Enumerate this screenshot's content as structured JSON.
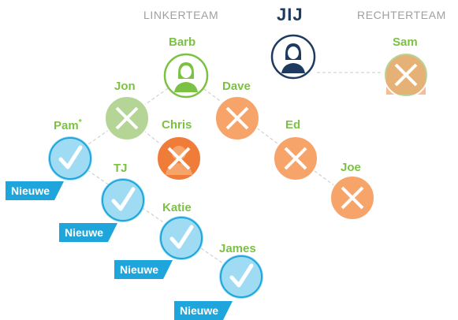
{
  "headers": {
    "left_team": "LINKERTEAM",
    "you": "JIJ",
    "right_team": "RECHTERTEAM"
  },
  "badge_label": "Nieuwe",
  "colors": {
    "green": "#7cc242",
    "navy": "#1e3a5f",
    "orange": "#f7a46b",
    "orange_dark": "#f07c3a",
    "green_faded": "#b5d597",
    "blue": "#1ea6dc",
    "blue_light": "#9fdcf3",
    "line": "#c8c8c8"
  },
  "nodes": [
    {
      "name": "Barb",
      "status": "sponsor",
      "icon": "person-icon",
      "new": false
    },
    {
      "name": "Jon",
      "status": "inactive",
      "icon": "x-icon",
      "new": false
    },
    {
      "name": "Dave",
      "status": "inactive",
      "icon": "x-icon",
      "new": false
    },
    {
      "name": "Pam",
      "status": "new",
      "icon": "check-icon",
      "new": true
    },
    {
      "name": "Chris",
      "status": "inactive",
      "icon": "x-icon",
      "new": false
    },
    {
      "name": "Ed",
      "status": "inactive",
      "icon": "x-icon",
      "new": false
    },
    {
      "name": "TJ",
      "status": "new",
      "icon": "check-icon",
      "new": true
    },
    {
      "name": "Joe",
      "status": "inactive",
      "icon": "x-icon",
      "new": false
    },
    {
      "name": "Katie",
      "status": "new",
      "icon": "check-icon",
      "new": true
    },
    {
      "name": "James",
      "status": "new",
      "icon": "check-icon",
      "new": true
    },
    {
      "name": "Sam",
      "status": "inactive",
      "icon": "x-icon",
      "new": false
    }
  ],
  "pam_marker": "*",
  "you_node": {
    "icon": "person-icon"
  }
}
